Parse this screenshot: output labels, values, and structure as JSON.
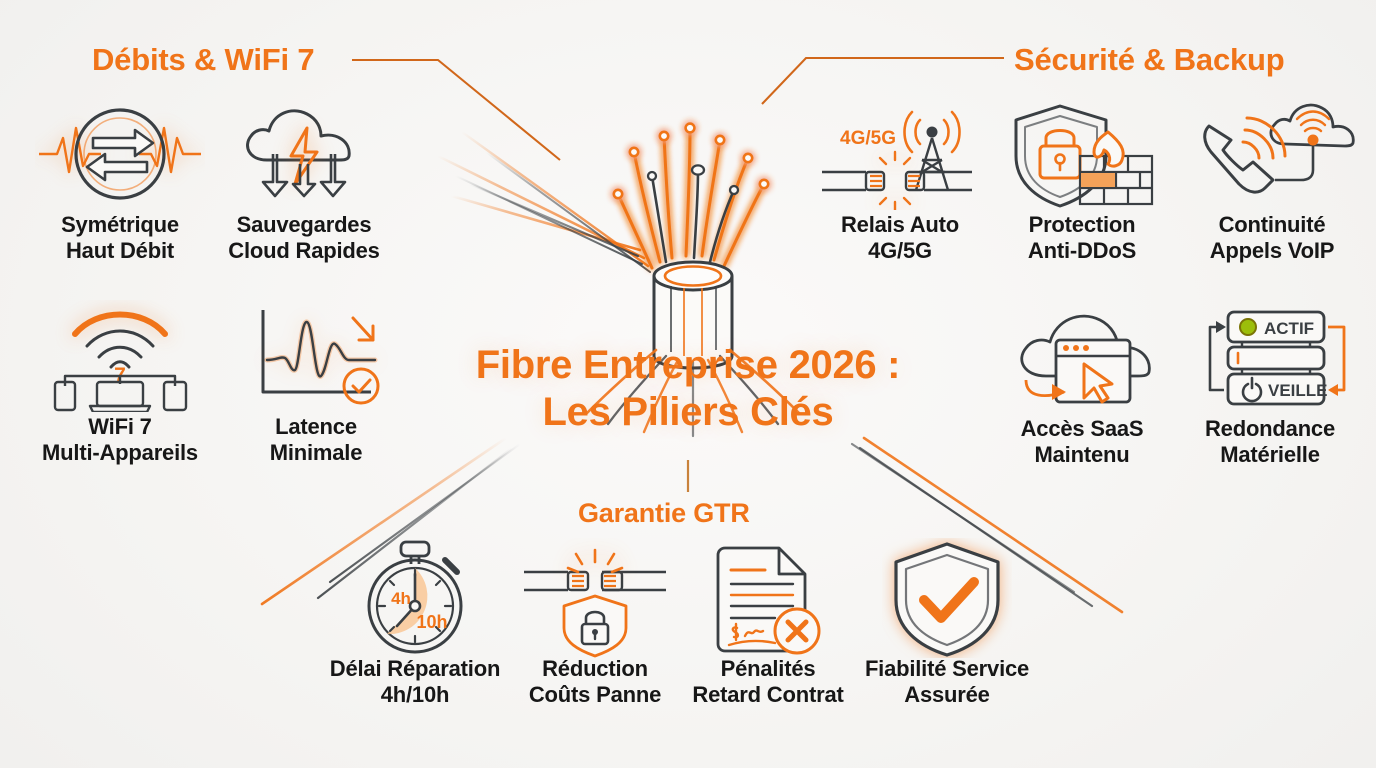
{
  "meta": {
    "accent_color": "#F07419",
    "dark_color": "#3A3F43",
    "background_color": "#F5F4F2",
    "label_color": "#171717",
    "status_green": "#9CBE0A"
  },
  "center": {
    "title_line1": "Fibre Entreprise 2026 :",
    "title_line2": "Les Piliers Clés",
    "icon": "fiber-optic-cable-icon"
  },
  "groups": [
    {
      "id": "debits",
      "label": "Débits & WiFi 7",
      "position": "top-left"
    },
    {
      "id": "securite",
      "label": "Sécurité & Backup",
      "position": "top-right"
    },
    {
      "id": "gtr",
      "label": "Garantie GTR",
      "position": "bottom-center"
    }
  ],
  "features": {
    "debits": [
      {
        "id": "symetrique",
        "icon": "bidirectional-arrows-circle-icon",
        "line1": "Symétrique",
        "line2": "Haut Débit"
      },
      {
        "id": "sauvegardes",
        "icon": "cloud-backup-bolt-icon",
        "line1": "Sauvegardes",
        "line2": "Cloud Rapides"
      },
      {
        "id": "wifi7",
        "icon": "wifi7-multidevice-icon",
        "line1": "WiFi 7",
        "line2": "Multi-Appareils",
        "badge": "7"
      },
      {
        "id": "latence",
        "icon": "latency-waveform-chart-icon",
        "line1": "Latence",
        "line2": "Minimale"
      }
    ],
    "securite": [
      {
        "id": "relais",
        "icon": "cell-tower-relay-icon",
        "line1": "Relais Auto",
        "line2": "4G/5G",
        "badge": "4G/5G"
      },
      {
        "id": "antiddos",
        "icon": "shield-lock-firewall-icon",
        "line1": "Protection",
        "line2": "Anti-DDoS"
      },
      {
        "id": "voip",
        "icon": "phone-cloud-voip-icon",
        "line1": "Continuité",
        "line2": "Appels VoIP"
      },
      {
        "id": "saas",
        "icon": "cloud-saas-cursor-icon",
        "line1": "Accès SaaS",
        "line2": "Maintenu"
      },
      {
        "id": "redondance",
        "icon": "server-redundancy-icon",
        "line1": "Redondance",
        "line2": "Matérielle",
        "server_labels": {
          "active": "ACTIF",
          "standby": "VEILLE"
        }
      }
    ],
    "gtr": [
      {
        "id": "delai",
        "icon": "stopwatch-icon",
        "line1": "Délai Réparation",
        "line2": "4h/10h",
        "dial_labels": {
          "first": "4h",
          "second": "10h"
        }
      },
      {
        "id": "reduc",
        "icon": "cut-cable-shield-lock-icon",
        "line1": "Réduction",
        "line2": "Coûts Panne"
      },
      {
        "id": "penal",
        "icon": "contract-penalty-icon",
        "line1": "Pénalités",
        "line2": "Retard Contrat"
      },
      {
        "id": "fiab",
        "icon": "shield-check-icon",
        "line1": "Fiabilité Service",
        "line2": "Assurée"
      }
    ]
  }
}
